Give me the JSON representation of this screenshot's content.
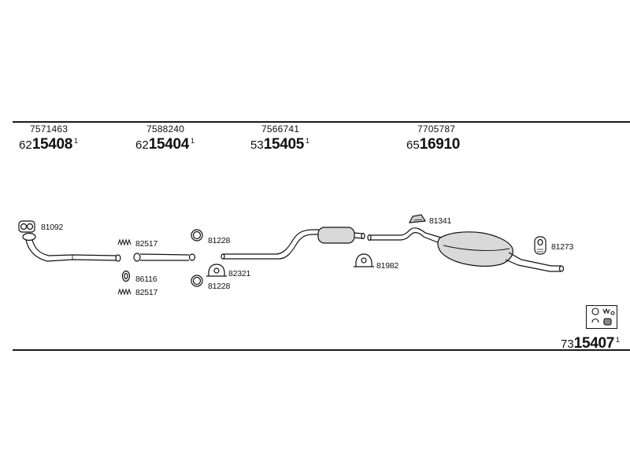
{
  "sections": [
    {
      "oe": "7571463",
      "prefix": "62",
      "main": "15408",
      "sup": "1"
    },
    {
      "oe": "7588240",
      "prefix": "62",
      "main": "15404",
      "sup": "1"
    },
    {
      "oe": "7566741",
      "prefix": "53",
      "main": "15405",
      "sup": "1"
    },
    {
      "oe": "7705787",
      "prefix": "65",
      "main": "16910",
      "sup": ""
    }
  ],
  "parts": {
    "gasket_front": "81092",
    "spring_1": "82517",
    "ring_1": "86116",
    "spring_2": "82517",
    "ring_upper": "81228",
    "ring_lower": "81228",
    "clamp_mid": "82321",
    "clamp_rear": "81982",
    "hanger": "81341",
    "rubber_mount": "81273"
  },
  "kit": {
    "prefix": "73",
    "main": "15407",
    "sup": "1",
    "icon": "mounting-kit-icon"
  }
}
